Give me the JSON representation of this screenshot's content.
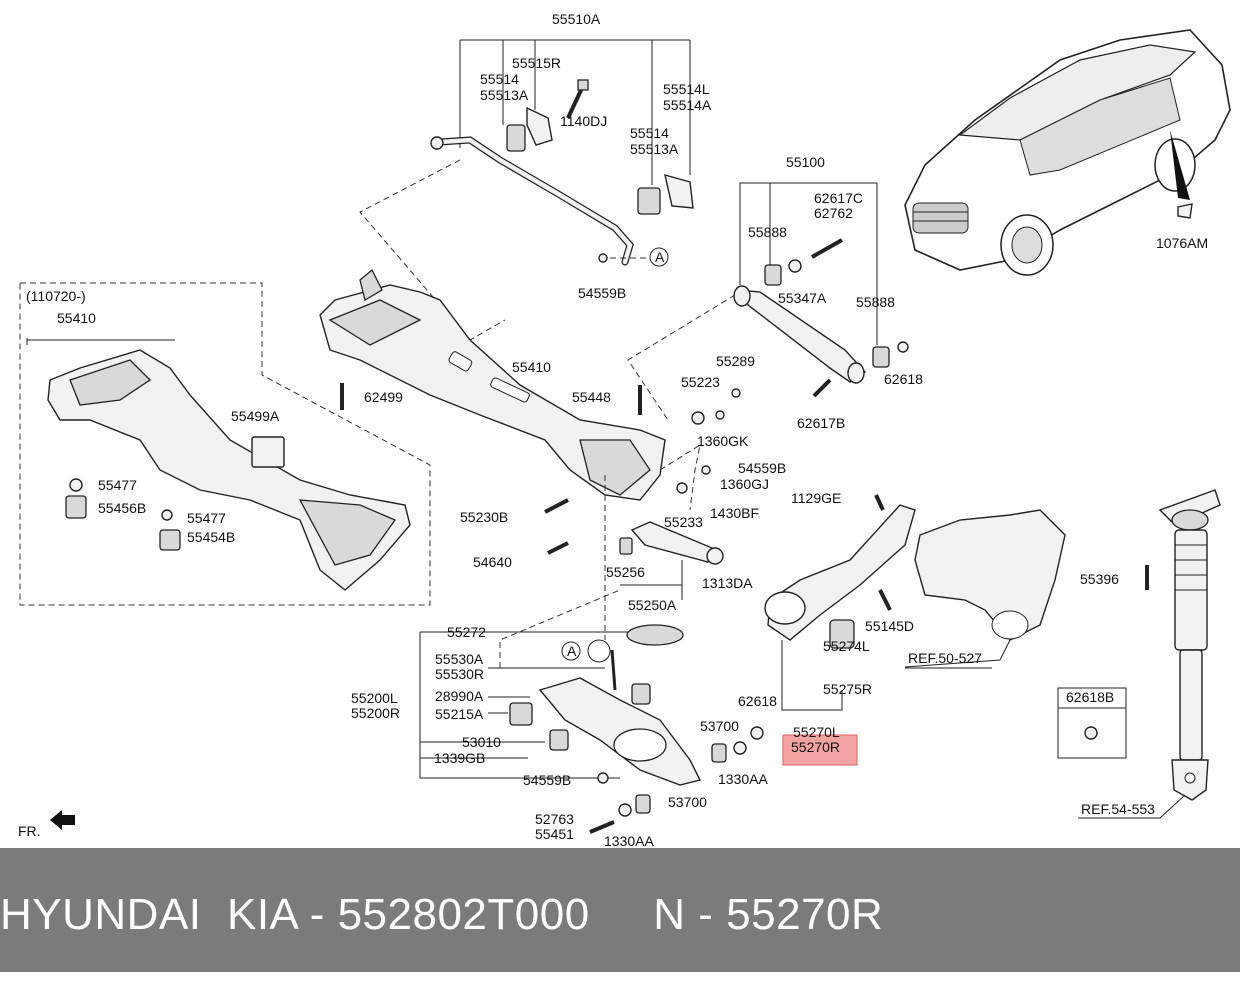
{
  "diagram": {
    "labels": [
      "55510A",
      "55515R",
      "55514",
      "55513A",
      "1140DJ",
      "55514L",
      "55514A",
      "55514",
      "55513A",
      "54559B",
      "55100",
      "62617C",
      "62762",
      "55888",
      "55347A",
      "55888",
      "62618",
      "62617B",
      "1076AM",
      "(110720-)",
      "55410",
      "55499A",
      "55477",
      "55456B",
      "55477",
      "55454B",
      "62499",
      "55410",
      "55448",
      "55223",
      "55289",
      "1360GK",
      "54559B",
      "1360GJ",
      "55230B",
      "55233",
      "1430BF",
      "54640",
      "55256",
      "1313DA",
      "55250A",
      "1129GE",
      "55145D",
      "55396",
      "55272",
      "55530A",
      "55530R",
      "55200L",
      "55200R",
      "28990A",
      "55215A",
      "53010",
      "1339GB",
      "54559B",
      "62618",
      "53700",
      "1330AA",
      "53700",
      "52763",
      "55451",
      "1330AA",
      "55274L",
      "55275R",
      "55270L",
      "55270R",
      "REF.50-527",
      "62618B",
      "REF.54-553",
      "FR.",
      "A",
      "A"
    ],
    "highlight_color": "#f4a3a3"
  },
  "footer": {
    "text": "HYUNDAI  KIA - 552802T000     N - 55270R",
    "background": "#7b7b7b",
    "text_color": "#ffffff"
  }
}
